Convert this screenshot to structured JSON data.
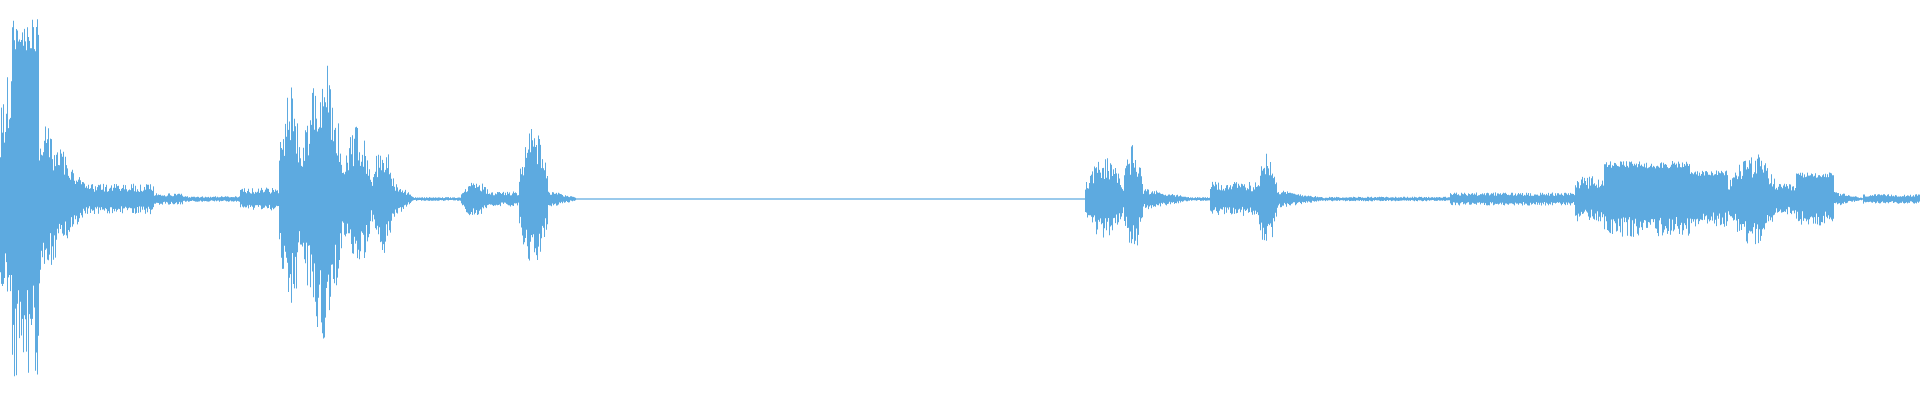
{
  "waveform": {
    "color": "#5DAAE0",
    "background": "#FFFFFF",
    "amplitude_range": [
      -1,
      1
    ],
    "segments": [
      {
        "start": 0.0,
        "end": 0.006,
        "level": 0.78,
        "variation": "ramp-up"
      },
      {
        "start": 0.006,
        "end": 0.02,
        "level": 0.95,
        "variation": "dense"
      },
      {
        "start": 0.02,
        "end": 0.045,
        "level": 0.45,
        "variation": "decay"
      },
      {
        "start": 0.045,
        "end": 0.08,
        "level": 0.08,
        "variation": "noise"
      },
      {
        "start": 0.08,
        "end": 0.095,
        "level": 0.03,
        "variation": "noise"
      },
      {
        "start": 0.095,
        "end": 0.125,
        "level": 0.015,
        "variation": "noise"
      },
      {
        "start": 0.125,
        "end": 0.145,
        "level": 0.06,
        "variation": "noise"
      },
      {
        "start": 0.145,
        "end": 0.157,
        "level": 0.62,
        "variation": "burst"
      },
      {
        "start": 0.157,
        "end": 0.178,
        "level": 0.75,
        "variation": "burst"
      },
      {
        "start": 0.178,
        "end": 0.193,
        "level": 0.4,
        "variation": "burst"
      },
      {
        "start": 0.193,
        "end": 0.205,
        "level": 0.3,
        "variation": "burst"
      },
      {
        "start": 0.205,
        "end": 0.215,
        "level": 0.1,
        "variation": "decay"
      },
      {
        "start": 0.215,
        "end": 0.24,
        "level": 0.01,
        "variation": "noise"
      },
      {
        "start": 0.24,
        "end": 0.255,
        "level": 0.1,
        "variation": "burst"
      },
      {
        "start": 0.255,
        "end": 0.27,
        "level": 0.04,
        "variation": "noise"
      },
      {
        "start": 0.27,
        "end": 0.285,
        "level": 0.38,
        "variation": "burst"
      },
      {
        "start": 0.285,
        "end": 0.3,
        "level": 0.05,
        "variation": "decay"
      },
      {
        "start": 0.3,
        "end": 0.565,
        "level": 0.003,
        "variation": "flat"
      },
      {
        "start": 0.565,
        "end": 0.585,
        "level": 0.22,
        "variation": "burst"
      },
      {
        "start": 0.585,
        "end": 0.595,
        "level": 0.3,
        "variation": "burst"
      },
      {
        "start": 0.595,
        "end": 0.62,
        "level": 0.06,
        "variation": "decay"
      },
      {
        "start": 0.62,
        "end": 0.63,
        "level": 0.01,
        "variation": "noise"
      },
      {
        "start": 0.63,
        "end": 0.655,
        "level": 0.09,
        "variation": "noise"
      },
      {
        "start": 0.655,
        "end": 0.665,
        "level": 0.28,
        "variation": "burst"
      },
      {
        "start": 0.665,
        "end": 0.69,
        "level": 0.05,
        "variation": "decay"
      },
      {
        "start": 0.69,
        "end": 0.755,
        "level": 0.012,
        "variation": "noise"
      },
      {
        "start": 0.755,
        "end": 0.82,
        "level": 0.035,
        "variation": "noise"
      },
      {
        "start": 0.82,
        "end": 0.835,
        "level": 0.12,
        "variation": "noise"
      },
      {
        "start": 0.835,
        "end": 0.88,
        "level": 0.2,
        "variation": "dense"
      },
      {
        "start": 0.88,
        "end": 0.9,
        "level": 0.15,
        "variation": "dense"
      },
      {
        "start": 0.9,
        "end": 0.925,
        "level": 0.25,
        "variation": "burst"
      },
      {
        "start": 0.925,
        "end": 0.935,
        "level": 0.08,
        "variation": "noise"
      },
      {
        "start": 0.935,
        "end": 0.955,
        "level": 0.14,
        "variation": "dense"
      },
      {
        "start": 0.955,
        "end": 0.97,
        "level": 0.04,
        "variation": "decay"
      },
      {
        "start": 0.97,
        "end": 1.0,
        "level": 0.025,
        "variation": "noise"
      }
    ]
  }
}
